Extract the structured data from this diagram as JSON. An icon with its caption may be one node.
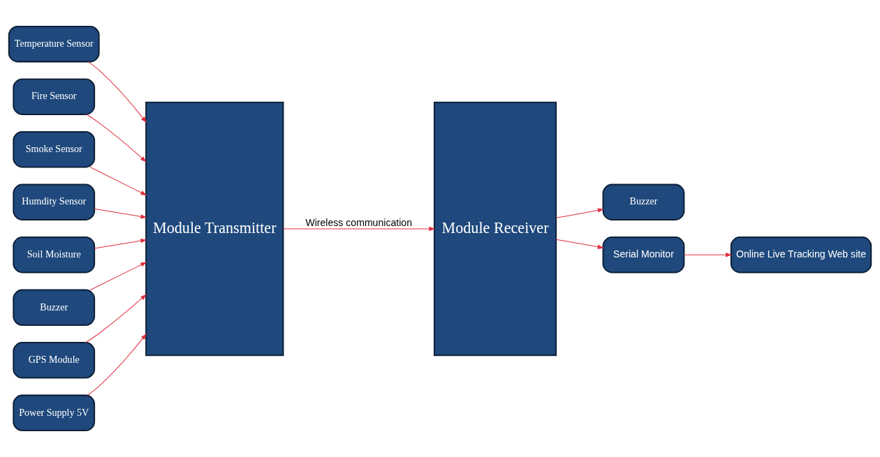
{
  "diagram": {
    "nodes": [
      {
        "text": [
          "Temperature Sensor"
        ]
      },
      {
        "text": [
          "Fire Sensor"
        ]
      },
      {
        "text": [
          "Smoke Sensor"
        ]
      },
      {
        "text": [
          "Humdity Sensor"
        ]
      },
      {
        "text": [
          "Soil Moisture"
        ]
      },
      {
        "text": [
          "Buzzer"
        ]
      },
      {
        "text": [
          "Module Transmitter"
        ]
      },
      {
        "text": [
          "GPS Module"
        ]
      },
      {
        "text": [
          "Power Supply 5V"
        ]
      },
      {
        "text": [
          "Module Receiver"
        ]
      },
      {
        "text": [
          "Buzzer"
        ]
      },
      {
        "text": [
          "Serial Monitor"
        ]
      },
      {
        "text": [
          "Online Live Tracking Web site"
        ]
      }
    ],
    "edges": [
      {
        "from": 0,
        "to": 6,
        "arrow": "to"
      },
      {
        "from": 1,
        "to": 6,
        "arrow": "to"
      },
      {
        "from": 2,
        "to": 6,
        "arrow": "to"
      },
      {
        "from": 3,
        "to": 6,
        "arrow": "to"
      },
      {
        "from": 4,
        "to": 6,
        "arrow": "to"
      },
      {
        "from": 5,
        "to": 6,
        "arrow": "to"
      },
      {
        "from": 7,
        "to": 6,
        "arrow": "to"
      },
      {
        "from": 8,
        "to": 6,
        "arrow": "to"
      },
      {
        "from": 6,
        "to": 9,
        "arrow": "to",
        "label": "Wireless communication"
      },
      {
        "from": 9,
        "to": 10,
        "arrow": "to"
      },
      {
        "from": 9,
        "to": 11,
        "arrow": "to"
      },
      {
        "from": 11,
        "to": 12,
        "arrow": "to"
      }
    ]
  }
}
